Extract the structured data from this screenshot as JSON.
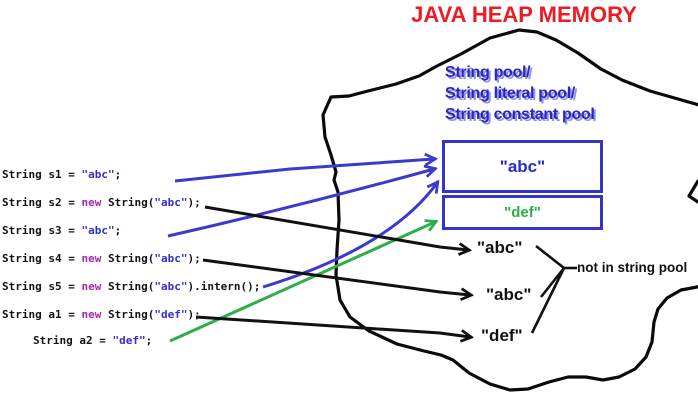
{
  "title": {
    "text": "JAVA HEAP MEMORY"
  },
  "heap": {
    "pool_label_lines": [
      "String pool/",
      "String literal pool/",
      "String constant pool"
    ],
    "pool_cells": [
      {
        "value": "\"abc\""
      },
      {
        "value": "\"def\""
      }
    ],
    "objects": [
      {
        "value": "\"abc\""
      },
      {
        "value": "\"abc\""
      },
      {
        "value": "\"def\""
      }
    ],
    "annotation": "not in string pool"
  },
  "code": {
    "lines": [
      {
        "id": "s1",
        "segments": [
          {
            "text": "String s1 = ",
            "style": "plain"
          },
          {
            "text": "\"abc\"",
            "style": "string"
          },
          {
            "text": ";",
            "style": "plain"
          }
        ]
      },
      {
        "id": "s2",
        "segments": [
          {
            "text": "String s2 = ",
            "style": "plain"
          },
          {
            "text": "new",
            "style": "keyword"
          },
          {
            "text": " String(",
            "style": "plain"
          },
          {
            "text": "\"abc\"",
            "style": "string"
          },
          {
            "text": ");",
            "style": "plain"
          }
        ]
      },
      {
        "id": "s3",
        "segments": [
          {
            "text": "String s3 = ",
            "style": "plain"
          },
          {
            "text": "\"abc\"",
            "style": "string"
          },
          {
            "text": ";",
            "style": "plain"
          }
        ]
      },
      {
        "id": "s4",
        "segments": [
          {
            "text": "String s4 = ",
            "style": "plain"
          },
          {
            "text": "new",
            "style": "keyword"
          },
          {
            "text": " String(",
            "style": "plain"
          },
          {
            "text": "\"abc\"",
            "style": "string"
          },
          {
            "text": ");",
            "style": "plain"
          }
        ]
      },
      {
        "id": "s5",
        "segments": [
          {
            "text": "String s5 = ",
            "style": "plain"
          },
          {
            "text": "new",
            "style": "keyword"
          },
          {
            "text": " String(",
            "style": "plain"
          },
          {
            "text": "\"abc\"",
            "style": "string"
          },
          {
            "text": ").intern();",
            "style": "plain"
          }
        ]
      },
      {
        "id": "a1",
        "segments": [
          {
            "text": "String a1 = ",
            "style": "plain"
          },
          {
            "text": "new",
            "style": "keyword"
          },
          {
            "text": " String(",
            "style": "plain"
          },
          {
            "text": "\"def\"",
            "style": "string"
          },
          {
            "text": ");",
            "style": "plain"
          }
        ]
      },
      {
        "id": "a2",
        "segments": [
          {
            "text": "String a2 = ",
            "style": "plain"
          },
          {
            "text": "\"def\"",
            "style": "string"
          },
          {
            "text": ";",
            "style": "plain"
          }
        ]
      }
    ]
  },
  "colors": {
    "title_red": "#ed1c24",
    "pool_label_blue": "#2828bc",
    "pool_border_blue": "#3434c6",
    "pool_abc_blue": "#2b2bc8",
    "pool_def_green": "#2eae4a",
    "arrow_blue": "#3a3ace",
    "arrow_green": "#2eae4a",
    "arrow_black": "#111111",
    "keyword_purple": "#a428a8",
    "string_literal_blue": "#2f2fd0"
  }
}
